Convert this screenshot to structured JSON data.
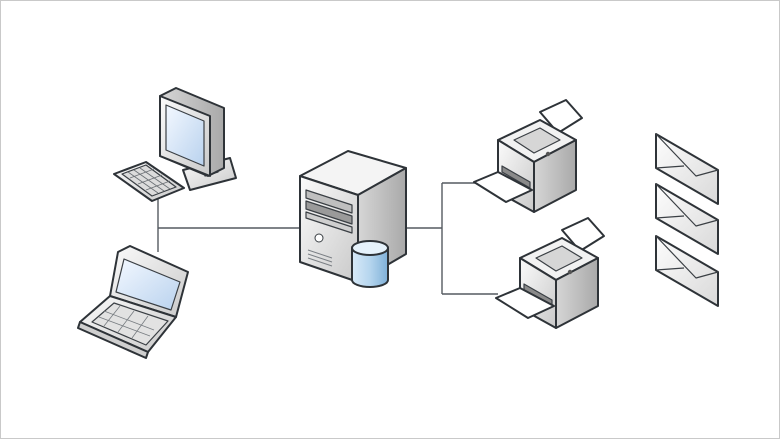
{
  "diagram": {
    "nodes": [
      {
        "id": "monitor",
        "icon": "desktop-monitor-icon"
      },
      {
        "id": "keyboard",
        "icon": "keyboard-icon"
      },
      {
        "id": "laptop",
        "icon": "laptop-icon"
      },
      {
        "id": "server",
        "icon": "server-tower-icon"
      },
      {
        "id": "database",
        "icon": "database-cylinder-icon"
      },
      {
        "id": "printer-top",
        "icon": "printer-icon"
      },
      {
        "id": "printer-bottom",
        "icon": "printer-icon"
      },
      {
        "id": "envelope-1",
        "icon": "envelope-icon"
      },
      {
        "id": "envelope-2",
        "icon": "envelope-icon"
      },
      {
        "id": "envelope-3",
        "icon": "envelope-icon"
      }
    ],
    "edges": [
      {
        "from": "keyboard",
        "to": "laptop"
      },
      {
        "from": "keyboard",
        "to": "server"
      },
      {
        "from": "server",
        "to": "printer-top"
      },
      {
        "from": "server",
        "to": "printer-bottom"
      }
    ],
    "colors": {
      "outline": "#2e3338",
      "screen": "#cfe0f5",
      "device_body": "#eeeeee",
      "database": "#a9cde9",
      "connector": "#555a60"
    }
  }
}
